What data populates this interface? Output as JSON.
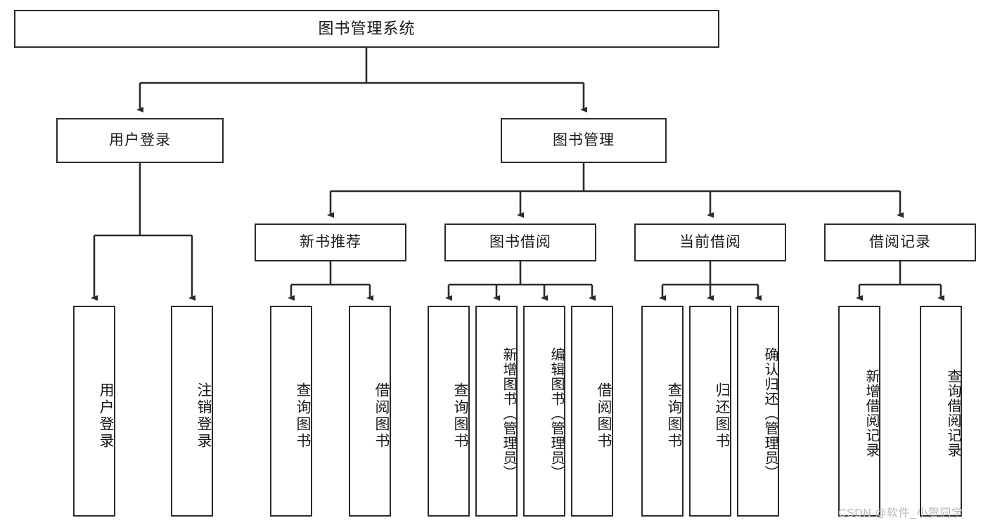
{
  "diagram": {
    "type": "tree-hierarchy",
    "title": "图书管理系统",
    "watermark": "CSDN @软件_小贺同学",
    "colors": {
      "border": "#2b2b2b",
      "background": "#ffffff",
      "text": "#1a1a1a",
      "watermark": "#b9b9b9"
    },
    "levels": {
      "level1": [
        {
          "id": "root",
          "label": "图书管理系统"
        }
      ],
      "level2": [
        {
          "id": "login",
          "label": "用户登录"
        },
        {
          "id": "bookmgmt",
          "label": "图书管理"
        }
      ],
      "level3": [
        {
          "id": "newbook",
          "label": "新书推荐",
          "parent": "bookmgmt"
        },
        {
          "id": "borrow",
          "label": "图书借阅",
          "parent": "bookmgmt"
        },
        {
          "id": "current",
          "label": "当前借阅",
          "parent": "bookmgmt"
        },
        {
          "id": "record",
          "label": "借阅记录",
          "parent": "bookmgmt"
        }
      ],
      "level4": [
        {
          "id": "leaf-login-1",
          "label": "用户登录",
          "parent": "login"
        },
        {
          "id": "leaf-login-2",
          "label": "注销登录",
          "parent": "login"
        },
        {
          "id": "leaf-newbook-1",
          "label": "查询图书",
          "parent": "newbook"
        },
        {
          "id": "leaf-newbook-2",
          "label": "借阅图书",
          "parent": "newbook"
        },
        {
          "id": "leaf-borrow-1",
          "label": "查询图书",
          "parent": "borrow"
        },
        {
          "id": "leaf-borrow-2",
          "label": "新增图书（管理员）",
          "parent": "borrow"
        },
        {
          "id": "leaf-borrow-3",
          "label": "编辑图书（管理员）",
          "parent": "borrow"
        },
        {
          "id": "leaf-borrow-4",
          "label": "借阅图书",
          "parent": "borrow"
        },
        {
          "id": "leaf-current-1",
          "label": "查询图书",
          "parent": "current"
        },
        {
          "id": "leaf-current-2",
          "label": "归还图书",
          "parent": "current"
        },
        {
          "id": "leaf-current-3",
          "label": "确认归还（管理员）",
          "parent": "current"
        },
        {
          "id": "leaf-record-1",
          "label": "新增借阅记录",
          "parent": "record"
        },
        {
          "id": "leaf-record-2",
          "label": "查询借阅记录",
          "parent": "record"
        }
      ]
    }
  }
}
